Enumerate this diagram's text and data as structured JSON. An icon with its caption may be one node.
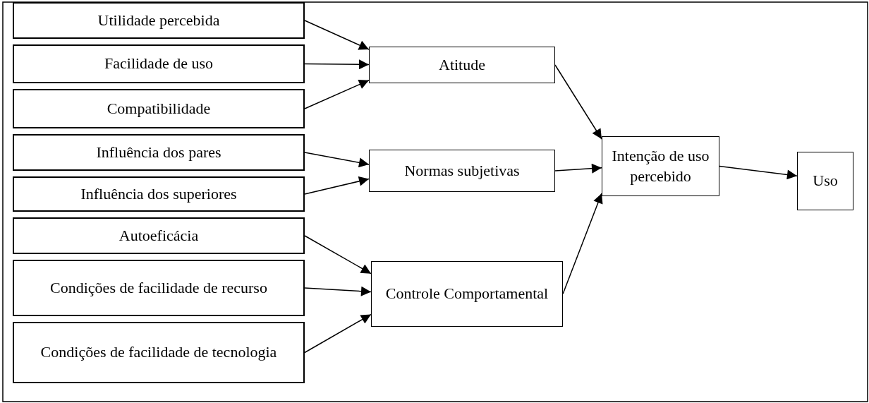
{
  "diagram": {
    "nodes": [
      {
        "text": [
          "Utilidade percebida"
        ]
      },
      {
        "text": [
          "Facilidade de uso"
        ]
      },
      {
        "text": [
          "Compatibilidade"
        ]
      },
      {
        "text": [
          "Influência dos pares"
        ]
      },
      {
        "text": [
          "Influência dos superiores"
        ]
      },
      {
        "text": [
          "Autoeficácia"
        ]
      },
      {
        "text": [
          "Condições de facilidade de recurso"
        ]
      },
      {
        "text": [
          "Condições de facilidade de tecnologia"
        ]
      },
      {
        "text": [
          "Atitude"
        ]
      },
      {
        "text": [
          "Normas subjetivas"
        ]
      },
      {
        "text": [
          "Controle Comportamental"
        ]
      },
      {
        "text": [
          "Intenção de uso percebido"
        ]
      },
      {
        "text": [
          "Uso"
        ]
      }
    ],
    "edges": [
      {
        "from": 0,
        "to": 8,
        "arrow": "to"
      },
      {
        "from": 1,
        "to": 8,
        "arrow": "to"
      },
      {
        "from": 2,
        "to": 8,
        "arrow": "to"
      },
      {
        "from": 3,
        "to": 9,
        "arrow": "to"
      },
      {
        "from": 4,
        "to": 9,
        "arrow": "to"
      },
      {
        "from": 5,
        "to": 10,
        "arrow": "to"
      },
      {
        "from": 6,
        "to": 10,
        "arrow": "to"
      },
      {
        "from": 7,
        "to": 10,
        "arrow": "to"
      },
      {
        "from": 8,
        "to": 11,
        "arrow": "to"
      },
      {
        "from": 9,
        "to": 11,
        "arrow": "to"
      },
      {
        "from": 10,
        "to": 11,
        "arrow": "to"
      },
      {
        "from": 11,
        "to": 12,
        "arrow": "to"
      }
    ]
  }
}
